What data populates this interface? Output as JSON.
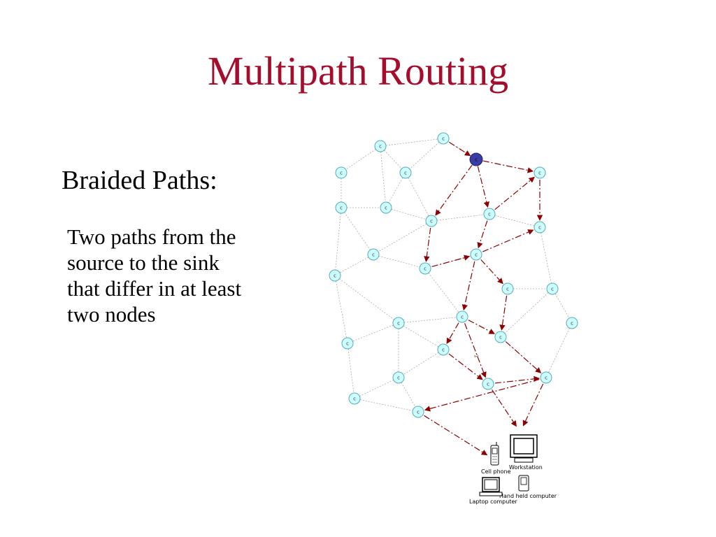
{
  "slide": {
    "title": "Multipath Routing",
    "subtitle": "Braided Paths:",
    "body_lines": [
      "Two paths from the",
      "source to the sink",
      "that differ in at least",
      "two nodes"
    ]
  },
  "diagram": {
    "colors": {
      "node_fill": "#ccffff",
      "node_stroke": "#5aa9b5",
      "source_fill": "#3b3ba8",
      "dotted_edge": "#aaaaaa",
      "path_edge": "#8b0000"
    },
    "node_label": "c",
    "stray_label": "2",
    "devices": {
      "cell_phone": "Cell phone",
      "workstation": "Workstation",
      "hand_held": "Hand held computer",
      "laptop": "Laptop computer"
    }
  }
}
